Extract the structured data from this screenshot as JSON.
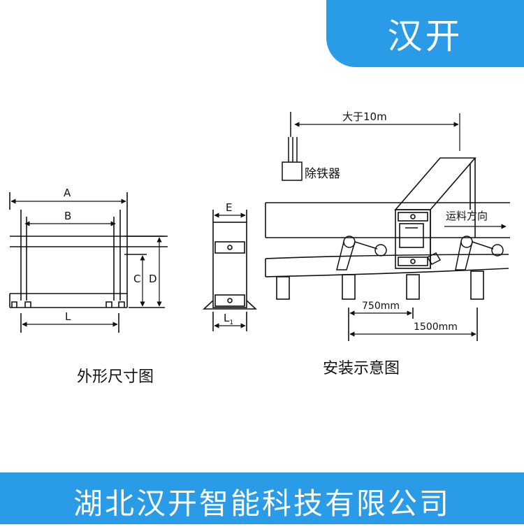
{
  "brand": {
    "name": "汉开",
    "color": "#2a9be6"
  },
  "company": "湖北汉开智能科技有限公司",
  "outline_diagram": {
    "caption": "外形尺寸图",
    "front_labels": {
      "a": "A",
      "b": "B",
      "c": "C",
      "d": "D",
      "l": "L"
    },
    "side_labels": {
      "e": "E",
      "l1": "L",
      "l1_sub": "1"
    }
  },
  "install_diagram": {
    "caption": "安装示意图",
    "dist_magnet": "大于10m",
    "iron_remover": "除铁器",
    "direction": "运料方向",
    "dist_750": "750mm",
    "dist_1500": "1500mm"
  }
}
